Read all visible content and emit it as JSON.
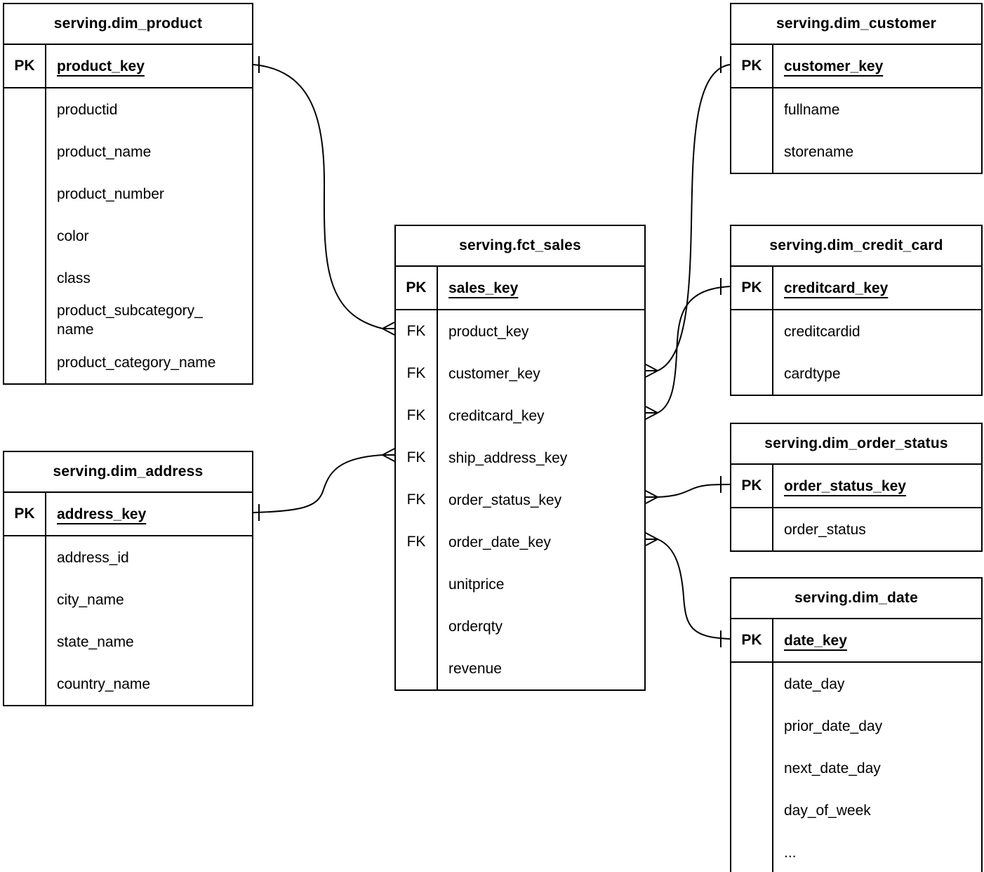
{
  "canvas": {
    "background_color": "#ffffff",
    "line_color": "#000000",
    "text_color": "#000000"
  },
  "tables": {
    "dim_product": {
      "title": "serving.dim_product",
      "pk": {
        "badge": "PK",
        "field": "product_key"
      },
      "rows": [
        {
          "badge": "",
          "field": "productid"
        },
        {
          "badge": "",
          "field": "product_name"
        },
        {
          "badge": "",
          "field": "product_number"
        },
        {
          "badge": "",
          "field": "color"
        },
        {
          "badge": "",
          "field": "class"
        },
        {
          "badge": "",
          "field": "product_subcategory_\nname"
        },
        {
          "badge": "",
          "field": "product_category_name"
        }
      ]
    },
    "dim_customer": {
      "title": "serving.dim_customer",
      "pk": {
        "badge": "PK",
        "field": "customer_key"
      },
      "rows": [
        {
          "badge": "",
          "field": "fullname"
        },
        {
          "badge": "",
          "field": "storename"
        }
      ]
    },
    "fct_sales": {
      "title": "serving.fct_sales",
      "pk": {
        "badge": "PK",
        "field": "sales_key"
      },
      "rows": [
        {
          "badge": "FK",
          "field": "product_key"
        },
        {
          "badge": "FK",
          "field": "customer_key"
        },
        {
          "badge": "FK",
          "field": "creditcard_key"
        },
        {
          "badge": "FK",
          "field": "ship_address_key"
        },
        {
          "badge": "FK",
          "field": "order_status_key"
        },
        {
          "badge": "FK",
          "field": "order_date_key"
        },
        {
          "badge": "",
          "field": "unitprice"
        },
        {
          "badge": "",
          "field": "orderqty"
        },
        {
          "badge": "",
          "field": "revenue"
        }
      ]
    },
    "dim_credit_card": {
      "title": "serving.dim_credit_card",
      "pk": {
        "badge": "PK",
        "field": "creditcard_key"
      },
      "rows": [
        {
          "badge": "",
          "field": "creditcardid"
        },
        {
          "badge": "",
          "field": "cardtype"
        }
      ]
    },
    "dim_order_status": {
      "title": "serving.dim_order_status",
      "pk": {
        "badge": "PK",
        "field": "order_status_key"
      },
      "rows": [
        {
          "badge": "",
          "field": "order_status"
        }
      ]
    },
    "dim_date": {
      "title": "serving.dim_date",
      "pk": {
        "badge": "PK",
        "field": "date_key"
      },
      "rows": [
        {
          "badge": "",
          "field": "date_day"
        },
        {
          "badge": "",
          "field": "prior_date_day"
        },
        {
          "badge": "",
          "field": "next_date_day"
        },
        {
          "badge": "",
          "field": "day_of_week"
        },
        {
          "badge": "",
          "field": "..."
        }
      ]
    },
    "dim_address": {
      "title": "serving.dim_address",
      "pk": {
        "badge": "PK",
        "field": "address_key"
      },
      "rows": [
        {
          "badge": "",
          "field": "address_id"
        },
        {
          "badge": "",
          "field": "city_name"
        },
        {
          "badge": "",
          "field": "state_name"
        },
        {
          "badge": "",
          "field": "country_name"
        }
      ]
    }
  },
  "relationships": [
    {
      "one_side": "serving.dim_product.product_key",
      "many_side": "serving.fct_sales.product_key"
    },
    {
      "one_side": "serving.dim_customer.customer_key",
      "many_side": "serving.fct_sales.customer_key"
    },
    {
      "one_side": "serving.dim_credit_card.creditcard_key",
      "many_side": "serving.fct_sales.creditcard_key"
    },
    {
      "one_side": "serving.dim_order_status.order_status_key",
      "many_side": "serving.fct_sales.order_status_key"
    },
    {
      "one_side": "serving.dim_date.date_key",
      "many_side": "serving.fct_sales.order_date_key"
    },
    {
      "one_side": "serving.dim_address.address_key",
      "many_side": "serving.fct_sales.ship_address_key"
    }
  ]
}
